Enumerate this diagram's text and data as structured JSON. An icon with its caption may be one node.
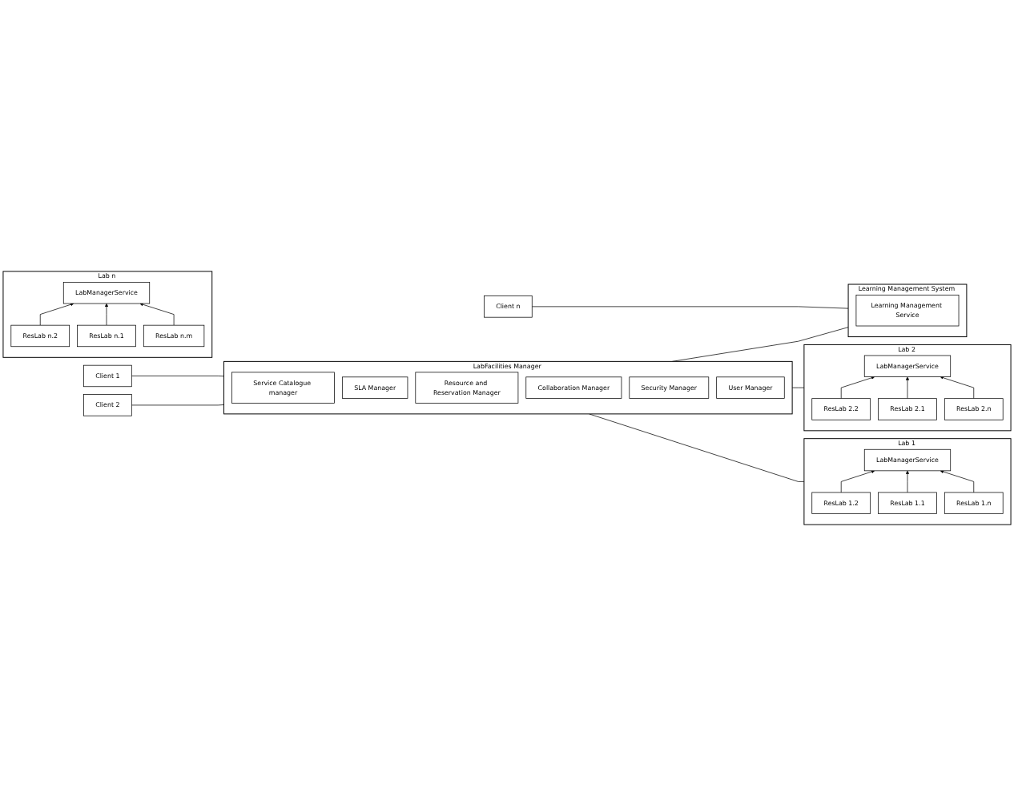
{
  "diagram": {
    "nodes": [
      {
        "text": [
          "Client 1"
        ]
      },
      {
        "text": [
          "Client 2"
        ]
      },
      {
        "text": [
          "Client n"
        ]
      },
      {
        "text": [
          "LabFacilities Manager"
        ]
      },
      {
        "text": [
          "Service Catalogue manager"
        ],
        "in": 3
      },
      {
        "text": [
          "SLA Manager"
        ],
        "in": 3
      },
      {
        "text": [
          "Resource and Reservation Manager"
        ],
        "in": 3
      },
      {
        "text": [
          "Collaboration Manager"
        ],
        "in": 3
      },
      {
        "text": [
          "Security Manager"
        ],
        "in": 3
      },
      {
        "text": [
          "User Manager"
        ],
        "in": 3
      },
      {
        "text": [
          "Learning Management System"
        ]
      },
      {
        "text": [
          "Learning Management Service"
        ],
        "in": 10
      },
      {
        "text": [
          "Lab n"
        ]
      },
      {
        "text": [
          "LabManagerService"
        ],
        "in": 12
      },
      {
        "text": [
          "ResLab n.2"
        ],
        "in": 12
      },
      {
        "text": [
          "ResLab n.1"
        ],
        "in": 12
      },
      {
        "text": [
          "ResLab n.m"
        ],
        "in": 12
      },
      {
        "text": [
          "Lab 2"
        ]
      },
      {
        "text": [
          "LabManagerService"
        ],
        "in": 17
      },
      {
        "text": [
          "ResLab 2.2"
        ],
        "in": 17
      },
      {
        "text": [
          "ResLab 2.1"
        ],
        "in": 17
      },
      {
        "text": [
          "ResLab 2.n"
        ],
        "in": 17
      },
      {
        "text": [
          "Lab 1"
        ]
      },
      {
        "text": [
          "LabManagerService"
        ],
        "in": 22
      },
      {
        "text": [
          "ResLab 1.2"
        ],
        "in": 22
      },
      {
        "text": [
          "ResLab 1.1"
        ],
        "in": 22
      },
      {
        "text": [
          "ResLab 1.n"
        ],
        "in": 22
      }
    ],
    "edges": [
      {
        "from": 0,
        "to": 3,
        "arrow": "none"
      },
      {
        "from": 1,
        "to": 3,
        "arrow": "none"
      },
      {
        "from": 2,
        "to": 10,
        "arrow": "none"
      },
      {
        "from": 3,
        "to": 10,
        "arrow": "none"
      },
      {
        "from": 3,
        "to": 17,
        "arrow": "none"
      },
      {
        "from": 3,
        "to": 22,
        "arrow": "none"
      },
      {
        "from": 14,
        "to": 13,
        "arrow": "to"
      },
      {
        "from": 15,
        "to": 13,
        "arrow": "to"
      },
      {
        "from": 16,
        "to": 13,
        "arrow": "to"
      },
      {
        "from": 19,
        "to": 18,
        "arrow": "to"
      },
      {
        "from": 20,
        "to": 18,
        "arrow": "to"
      },
      {
        "from": 21,
        "to": 18,
        "arrow": "to"
      },
      {
        "from": 24,
        "to": 23,
        "arrow": "to"
      },
      {
        "from": 25,
        "to": 23,
        "arrow": "to"
      },
      {
        "from": 26,
        "to": 23,
        "arrow": "to"
      }
    ]
  }
}
